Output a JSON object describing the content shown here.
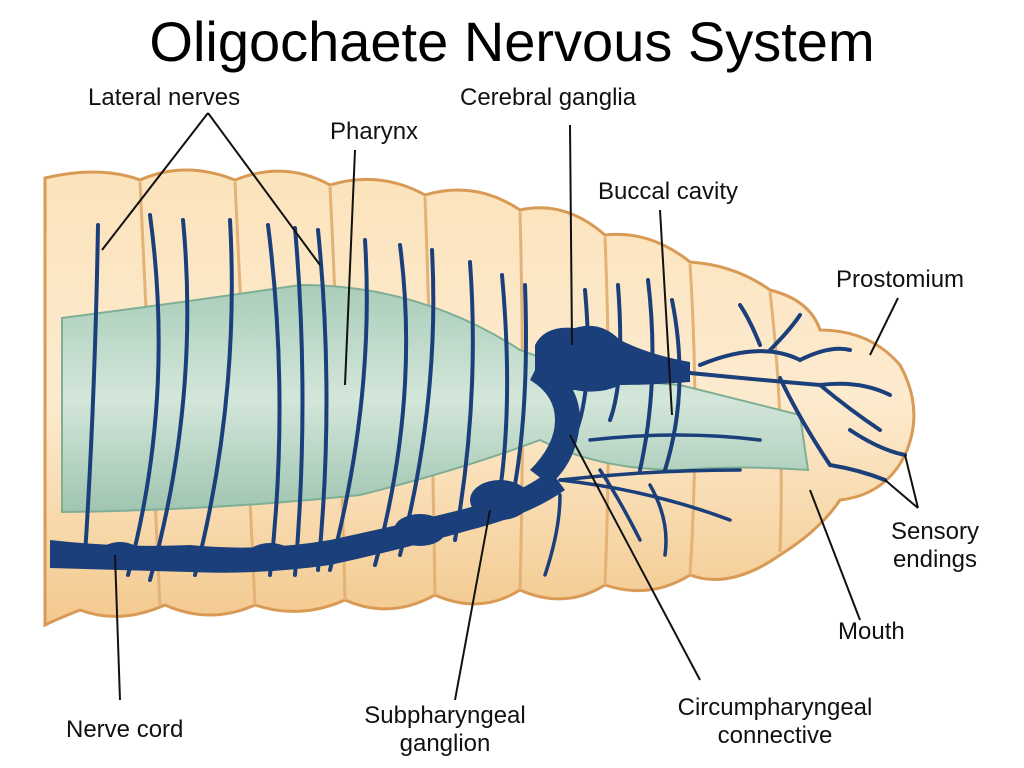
{
  "title": "Oligochaete Nervous System",
  "labels": {
    "lateral_nerves": "Lateral nerves",
    "cerebral_ganglia": "Cerebral ganglia",
    "pharynx": "Pharynx",
    "buccal_cavity": "Buccal cavity",
    "prostomium": "Prostomium",
    "sensory_endings_1": "Sensory",
    "sensory_endings_2": "endings",
    "mouth": "Mouth",
    "nerve_cord": "Nerve cord",
    "subpharyngeal_1": "Subpharyngeal",
    "subpharyngeal_2": "ganglion",
    "circum_1": "Circumpharyngeal",
    "circum_2": "connective"
  },
  "colors": {
    "body_fill": "#f8d7a4",
    "body_edge": "#d99a55",
    "pharynx_fill": "#b9d6c7",
    "nerve": "#1b3f7a",
    "leader": "#111111"
  }
}
